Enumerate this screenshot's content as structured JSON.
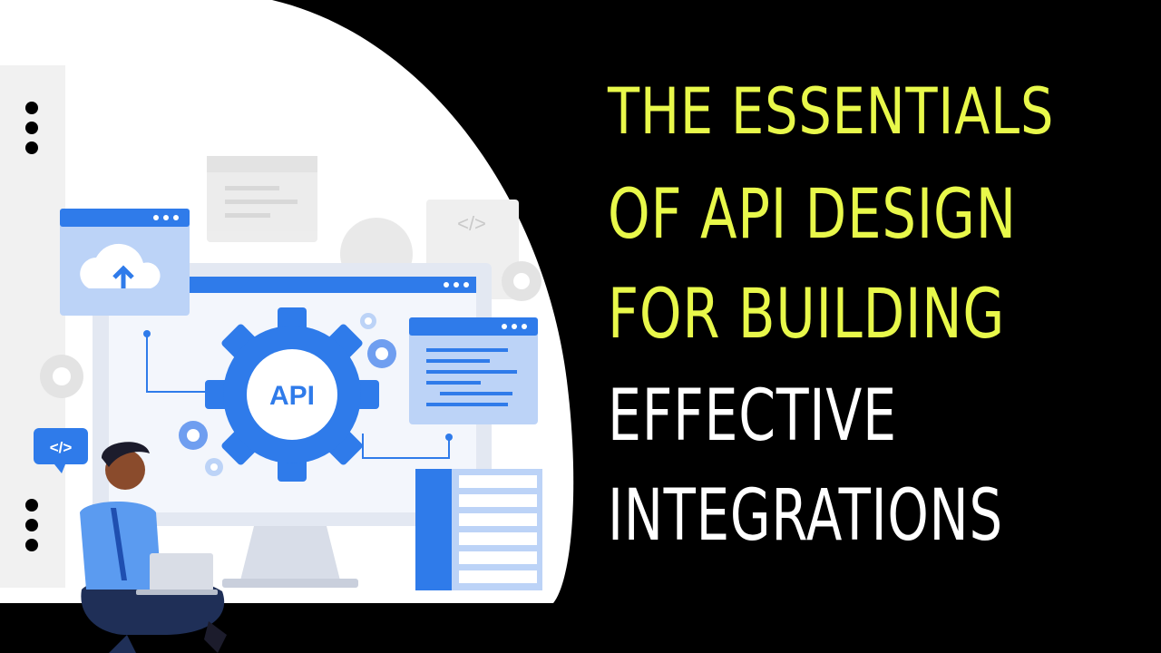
{
  "headline": {
    "line1": "THE ESSENTIALS",
    "line2": "OF API DESIGN",
    "line3": "FOR BUILDING",
    "line4": "EFFECTIVE",
    "line5": "INTEGRATIONS"
  },
  "illustration": {
    "gear_label": "API",
    "code_tag_top": "</>",
    "code_tag_bubble": "</>"
  },
  "colors": {
    "background": "#000000",
    "highlight_text": "#E8F84A",
    "plain_text": "#FFFFFF",
    "accent_blue": "#2F7BEA"
  }
}
